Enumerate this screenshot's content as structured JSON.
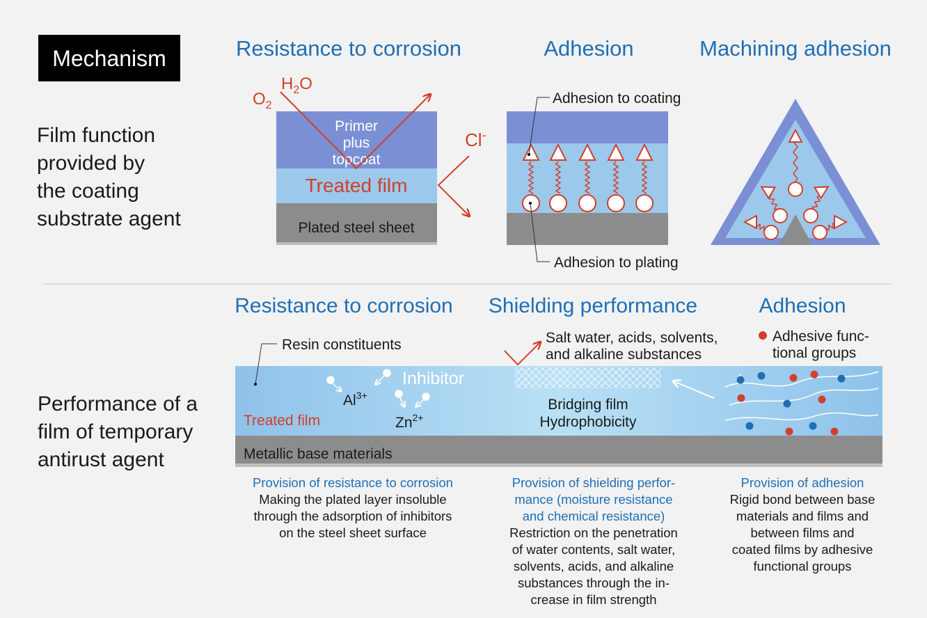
{
  "badge": {
    "label": "Mechanism"
  },
  "top": {
    "row_label": [
      "Film function",
      "provided by",
      "the coating",
      "substrate agent"
    ],
    "headings": {
      "corrosion": "Resistance to corrosion",
      "adhesion": "Adhesion",
      "machining": "Machining adhesion"
    },
    "corrosion_panel": {
      "o2": "O",
      "o2_sub": "2",
      "h2o_h": "H",
      "h2o_sub": "2",
      "h2o_o": "O",
      "cl": "Cl",
      "cl_sup": "-",
      "primer": [
        "Primer",
        "plus",
        "topcoat"
      ],
      "treated": "Treated film",
      "plated": "Plated steel sheet"
    },
    "adhesion_panel": {
      "to_coating": "Adhesion to coating",
      "to_plating": "Adhesion to plating"
    }
  },
  "bottom": {
    "row_label": [
      "Performance of a",
      "film of temporary",
      "antirust agent"
    ],
    "headings": {
      "corrosion": "Resistance to corrosion",
      "shielding": "Shielding performance",
      "adhesion": "Adhesion"
    },
    "film": {
      "resin": "Resin constituents",
      "inhibitor": "Inhibitor",
      "al": "Al",
      "al_sup": "3+",
      "zn": "Zn",
      "zn_sup": "2+",
      "treated": "Treated film",
      "metal": "Metallic base materials",
      "salt": [
        "Salt water, acids, solvents,",
        "and alkaline substances"
      ],
      "bridging": "Bridging film",
      "hydro": "Hydrophobicity",
      "groups": [
        "Adhesive func-",
        "tional groups"
      ]
    },
    "desc": {
      "corrosion": {
        "title": [
          "Provision of resistance to corrosion"
        ],
        "body": [
          "Making the plated layer insoluble",
          "through the adsorption of inhibitors",
          "on the steel sheet surface"
        ]
      },
      "shielding": {
        "title": [
          "Provision of shielding perfor-",
          "mance (moisture resistance",
          "and chemical resistance)"
        ],
        "body": [
          "Restriction on the penetration",
          "of water contents, salt water,",
          "solvents, acids, and alkaline",
          "substances through the in-",
          "crease in film strength"
        ]
      },
      "adhesion": {
        "title": [
          "Provision of adhesion"
        ],
        "body": [
          "Rigid bond between base",
          "materials and films and",
          "between films and",
          "coated films by adhesive",
          "functional groups"
        ]
      }
    }
  },
  "colors": {
    "heading_blue": "#1f6fb5",
    "red": "#d0402b",
    "coat": "#7b8fd4",
    "film": "#9cc8ec",
    "steel": "#8c8c8c"
  }
}
